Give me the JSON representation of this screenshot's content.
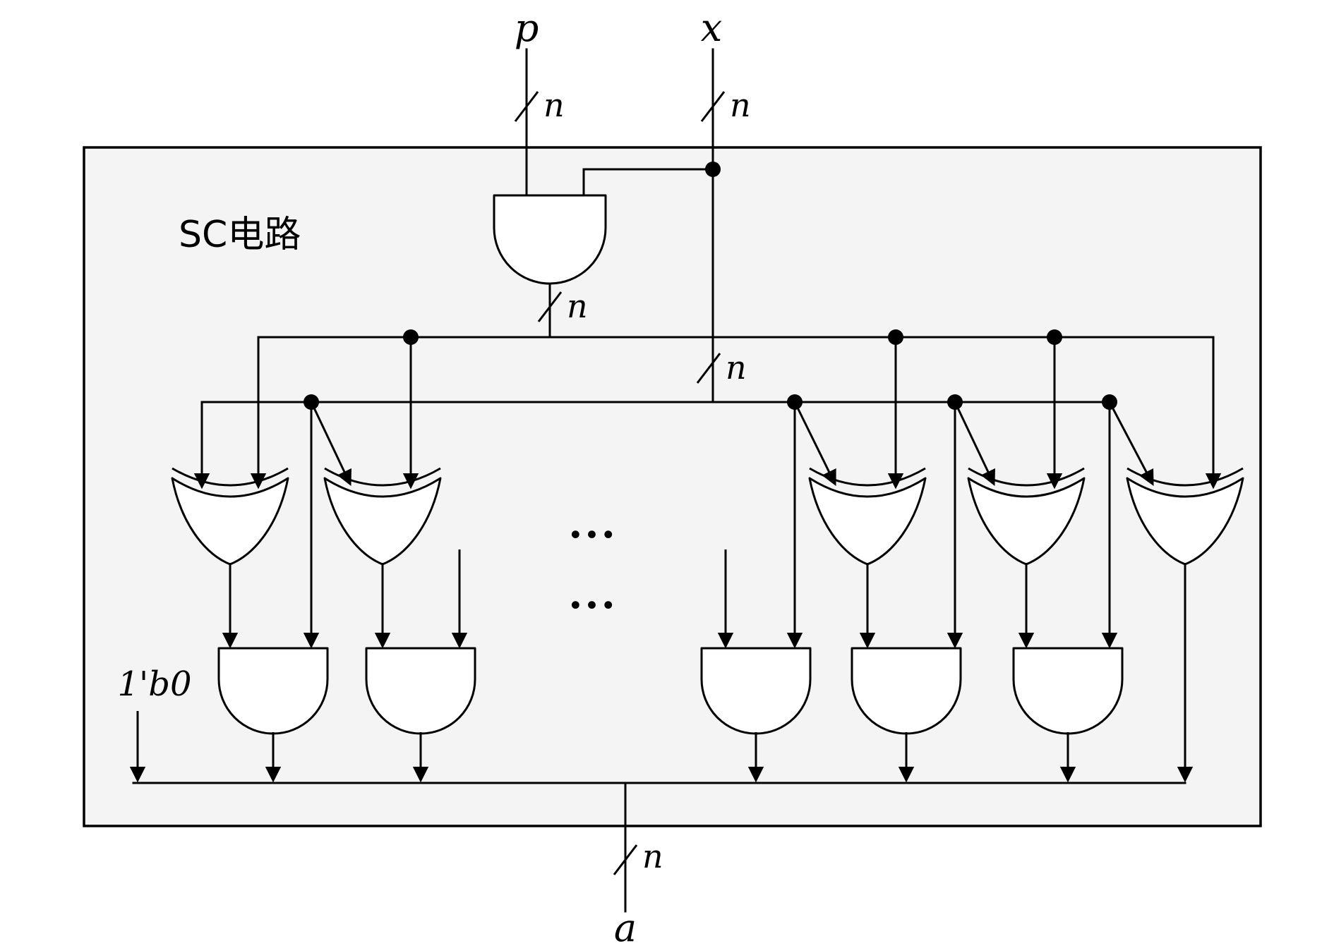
{
  "title": "SC电路",
  "labels": {
    "p": "p",
    "x": "x",
    "n": "n",
    "zero": "1'b0",
    "a": "a",
    "ellipsis": "..."
  },
  "colors": {
    "ink": "#000000",
    "box_fill": "#f4f4f4",
    "gate_fill": "#ffffff",
    "background": "#ffffff"
  },
  "structure": {
    "top_gate": "AND",
    "middle_row_gates": [
      "XOR",
      "XOR",
      "XOR",
      "XOR",
      "XOR"
    ],
    "bottom_row_gates": [
      "AND",
      "AND",
      "AND",
      "AND",
      "AND"
    ],
    "buses_marked_n": 5
  }
}
